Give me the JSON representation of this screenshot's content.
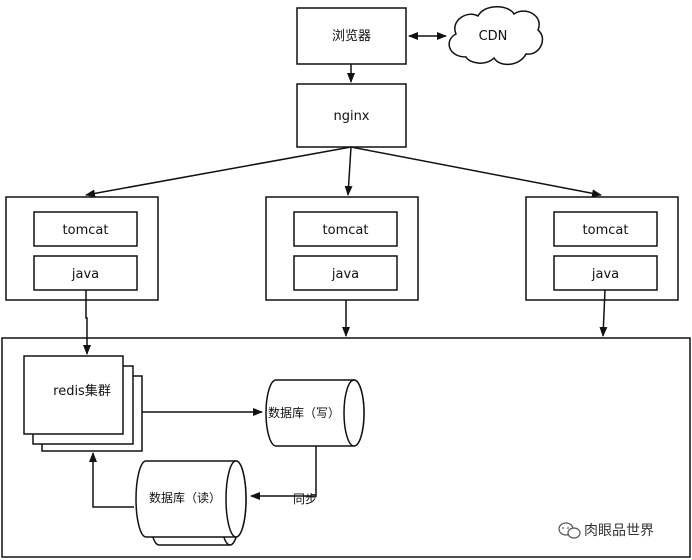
{
  "nodes": {
    "browser": "浏览器",
    "cdn": "CDN",
    "nginx": "nginx",
    "servers": [
      {
        "tomcat": "tomcat",
        "java": "java"
      },
      {
        "tomcat": "tomcat",
        "java": "java"
      },
      {
        "tomcat": "tomcat",
        "java": "java"
      }
    ],
    "redis": "redis集群",
    "db_write": "数据库（写）",
    "db_read": "数据库（读）",
    "sync": "同步"
  },
  "watermark": "肉眼品世界"
}
